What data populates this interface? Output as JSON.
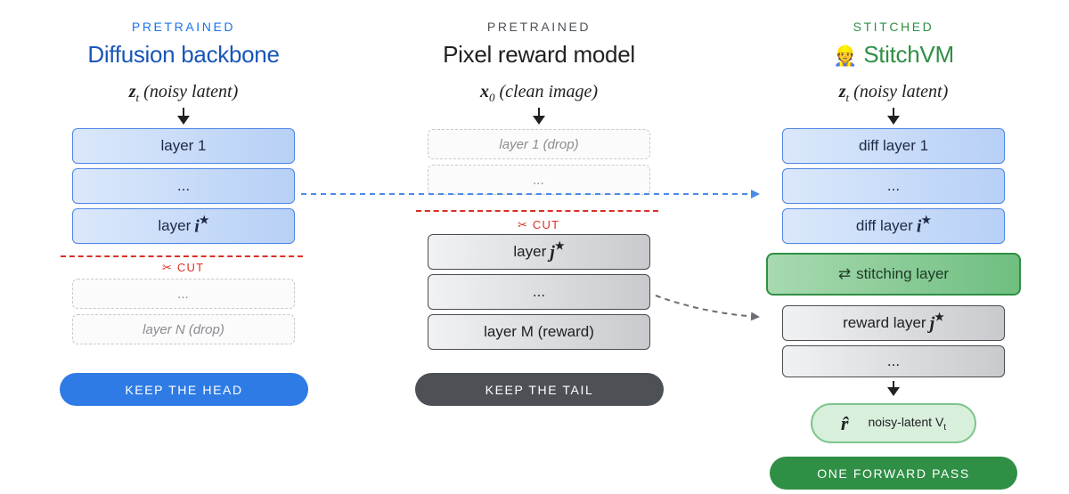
{
  "columns": {
    "backbone": {
      "kicker": "PRETRAINED",
      "title": "Diffusion backbone",
      "input_symbol": "z",
      "input_sub": "t",
      "input_text": "(noisy latent)",
      "layers": [
        "layer 1",
        "...",
        "layer"
      ],
      "layer_star_symbol": "i",
      "cut_label": "✂ CUT",
      "dropped_layers": [
        "...",
        "layer N (drop)"
      ],
      "pill": "KEEP THE HEAD"
    },
    "reward": {
      "kicker": "PRETRAINED",
      "title": "Pixel reward model",
      "input_symbol": "x",
      "input_sub": "0",
      "input_text": "(clean image)",
      "dropped_layers": [
        "layer 1 (drop)",
        "..."
      ],
      "cut_label": "✂ CUT",
      "layers": [
        "layer",
        "...",
        "layer M (reward)"
      ],
      "layer_star_symbol": "j",
      "pill": "KEEP THE TAIL"
    },
    "stitched": {
      "kicker": "STITCHED",
      "title_emoji": "👷",
      "title": "StitchVM",
      "input_symbol": "z",
      "input_sub": "t",
      "input_text": "(noisy latent)",
      "diff_layers": [
        "diff layer 1",
        "...",
        "diff layer"
      ],
      "diff_star_symbol": "i",
      "stitch_icon": "⇄",
      "stitch_label": "stitching layer",
      "reward_layers": [
        "reward layer",
        "..."
      ],
      "reward_star_symbol": "j",
      "output_symbol": "r̂",
      "output_label": "noisy-latent V",
      "output_sub": "t",
      "pill": "ONE FORWARD PASS"
    }
  },
  "star_glyph": "★",
  "colors": {
    "blue": "#1a73e8",
    "blue_title": "#1a56b8",
    "gray": "#4d5156",
    "green": "#2f8f45",
    "cut_red": "#d93025"
  }
}
